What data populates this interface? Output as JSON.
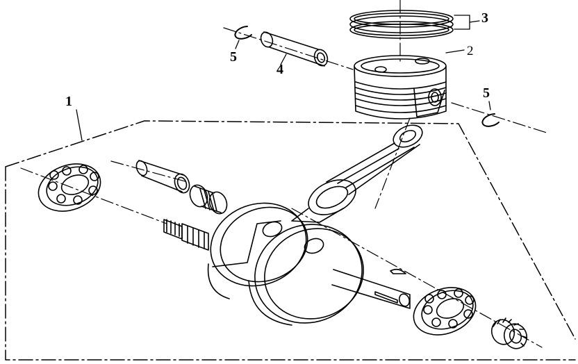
{
  "callouts": {
    "one": "1",
    "two": "2",
    "three": "3",
    "four": "4",
    "five_left": "5",
    "five_right": "5"
  },
  "colors": {
    "line": "#000000",
    "background": "#ffffff"
  }
}
